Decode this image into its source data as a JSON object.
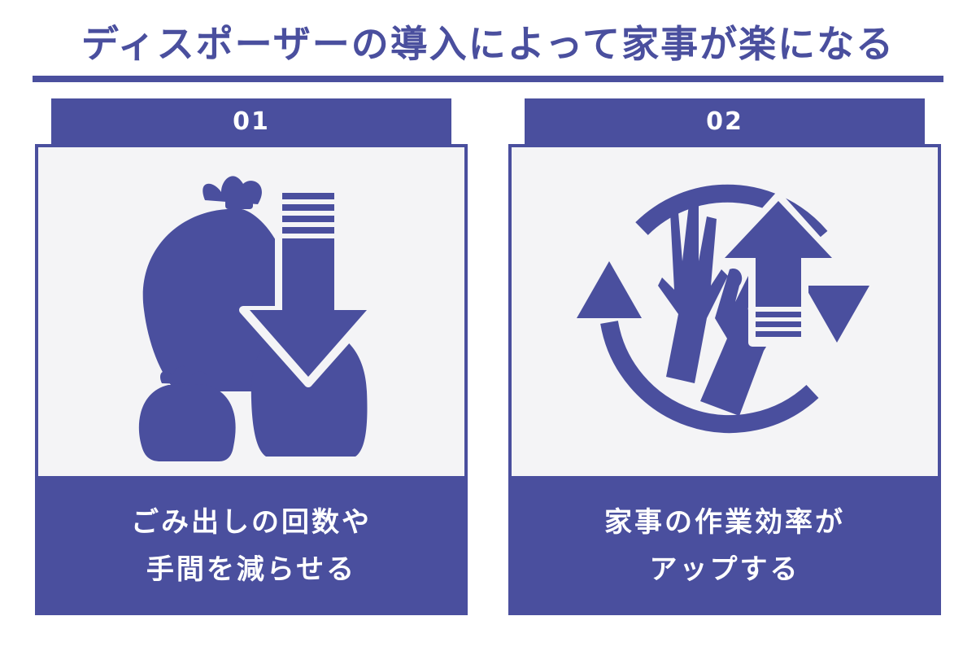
{
  "title": "ディスポーザーの導入によって家事が楽になる",
  "colors": {
    "accent": "#4a4f9e",
    "panel_bg": "#f4f4f6"
  },
  "cards": [
    {
      "number": "01",
      "icon": "garbage-bags-down-arrow-icon",
      "caption_lines": [
        "ごみ出しの回数や",
        "手間を減らせる"
      ]
    },
    {
      "number": "02",
      "icon": "gloves-cycle-up-arrow-icon",
      "caption_lines": [
        "家事の作業効率が",
        "アップする"
      ]
    }
  ]
}
